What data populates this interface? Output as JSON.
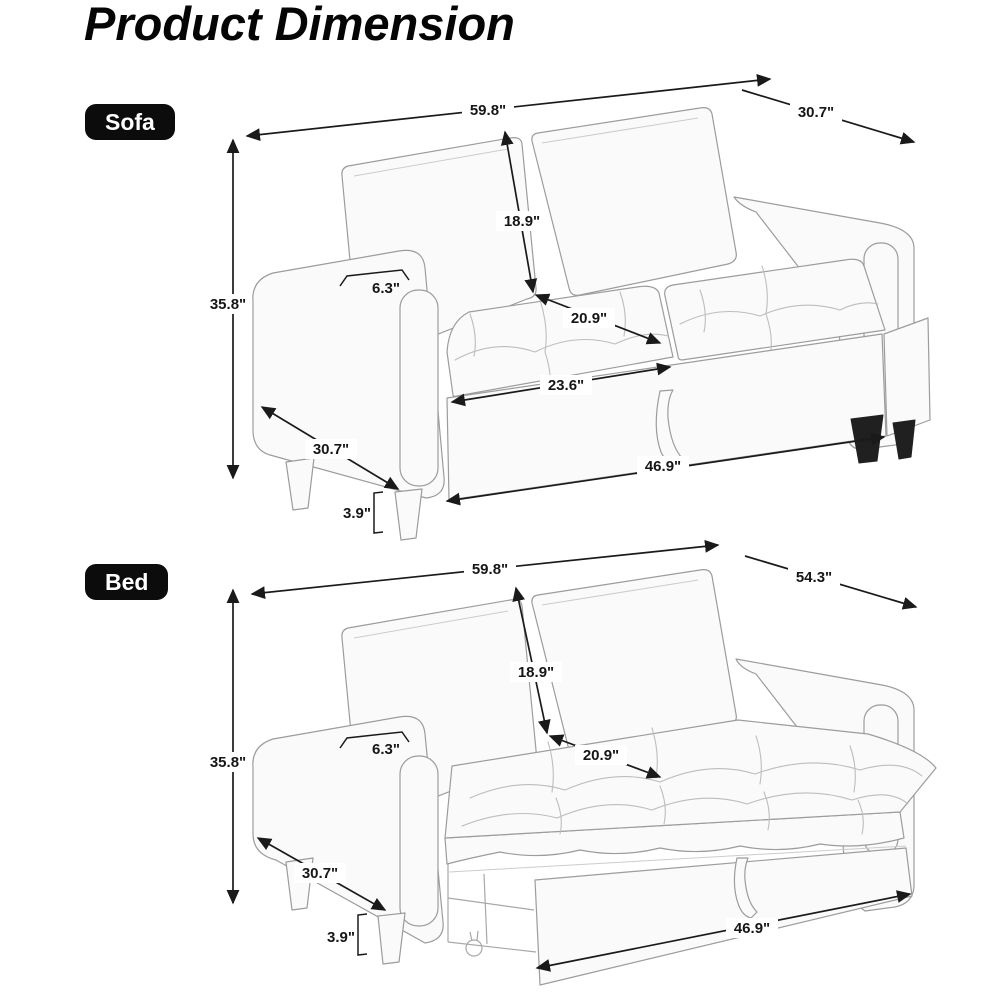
{
  "title": "Product Dimension",
  "sofa": {
    "badge": "Sofa",
    "dims": {
      "width": "59.8\"",
      "depth": "30.7\"",
      "backrest_height": "18.9\"",
      "armrest_width": "6.3\"",
      "overall_height": "35.8\"",
      "seat_depth": "20.9\"",
      "seat_width": "23.6\"",
      "base_depth": "30.7\"",
      "front_width": "46.9\"",
      "leg_height": "3.9\""
    }
  },
  "bed": {
    "badge": "Bed",
    "dims": {
      "width": "59.8\"",
      "depth": "54.3\"",
      "backrest_height": "18.9\"",
      "armrest_width": "6.3\"",
      "overall_height": "35.8\"",
      "seat_depth": "20.9\"",
      "base_depth": "30.7\"",
      "bed_width": "46.9\"",
      "leg_height": "3.9\""
    }
  },
  "colors": {
    "badge_bg": "#0c0c0c",
    "badge_text": "#ffffff",
    "dimension_lines": "#1a1a1a",
    "line_art": "#9c9c9c"
  }
}
